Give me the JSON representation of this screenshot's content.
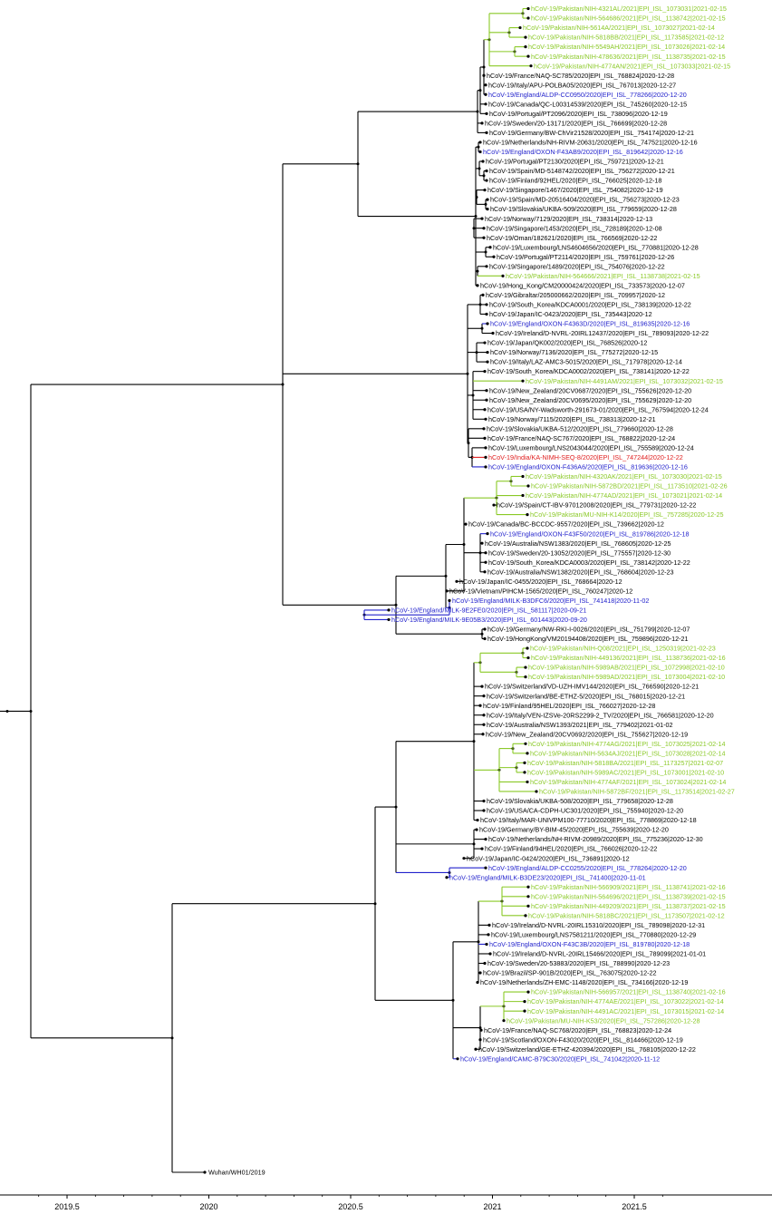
{
  "colors": {
    "pakistan": "#8ac926",
    "england": "#2222cc",
    "india": "#e02020",
    "other": "#000000"
  },
  "axis": {
    "ticks": [
      "2019.5",
      "2020",
      "2020.5",
      "2021",
      "2021.5"
    ],
    "values": [
      2019.5,
      2020.0,
      2020.5,
      2021.0,
      2021.5
    ]
  },
  "tips": [
    {
      "label": "hCoV-19/Pakistan/NIH-4321AL/2021|EPI_ISL_1073031|2021-02-15",
      "group": "pakistan"
    },
    {
      "label": "hCoV-19/Pakistan/NIH-564686/2021|EPI_ISL_1138742|2021-02-15",
      "group": "pakistan"
    },
    {
      "label": "hCoV-19/Pakistan/NIH-5614A/2021|EPI_ISL_1073027|2021-02-14",
      "group": "pakistan"
    },
    {
      "label": "hCoV-19/Pakistan/NIH-5818BB/2021|EPI_ISL_1173585|2021-02-12",
      "group": "pakistan"
    },
    {
      "label": "hCoV-19/Pakistan/NIH-5549AH/2021|EPI_ISL_1073026|2021-02-14",
      "group": "pakistan"
    },
    {
      "label": "hCoV-19/Pakistan/NIH-478636/2021|EPI_ISL_1138735|2021-02-15",
      "group": "pakistan"
    },
    {
      "label": "hCoV-19/Pakistan/NIH-4774AN/2021|EPI_ISL_1073033|2021-02-15",
      "group": "pakistan"
    },
    {
      "label": "hCoV-19/France/NAQ-SC785/2020|EPI_ISL_768824|2020-12-28",
      "group": "other"
    },
    {
      "label": "hCoV-19/Italy/APU-POLBA05/2020|EPI_ISL_767013|2020-12-27",
      "group": "other"
    },
    {
      "label": "hCoV-19/England/ALDP-CC0950/2020|EPI_ISL_778266|2020-12-20",
      "group": "england"
    },
    {
      "label": "hCoV-19/Canada/QC-L00314539/2020|EPI_ISL_745260|2020-12-15",
      "group": "other"
    },
    {
      "label": "hCoV-19/Portugal/PT2096/2020|EPI_ISL_738096|2020-12-19",
      "group": "other"
    },
    {
      "label": "hCoV-19/Sweden/20-13171/2020|EPI_ISL_766699|2020-12-28",
      "group": "other"
    },
    {
      "label": "hCoV-19/Germany/BW-ChVir21528/2020|EPI_ISL_754174|2020-12-21",
      "group": "other"
    },
    {
      "label": "hCoV-19/Netherlands/NH-RIVM-20631/2020|EPI_ISL_747521|2020-12-16",
      "group": "other"
    },
    {
      "label": "hCoV-19/England/OXON-F43AB9/2020|EPI_ISL_819642|2020-12-16",
      "group": "england"
    },
    {
      "label": "hCoV-19/Portugal/PT2130/2020|EPI_ISL_759721|2020-12-21",
      "group": "other"
    },
    {
      "label": "hCoV-19/Spain/MD-5148742/2020|EPI_ISL_756272|2020-12-21",
      "group": "other"
    },
    {
      "label": "hCoV-19/Finland/92HEL/2020|EPI_ISL_766025|2020-12-18",
      "group": "other"
    },
    {
      "label": "hCoV-19/Singapore/1467/2020|EPI_ISL_754082|2020-12-19",
      "group": "other"
    },
    {
      "label": "hCoV-19/Spain/MD-20516404/2020|EPI_ISL_756273|2020-12-23",
      "group": "other"
    },
    {
      "label": "hCoV-19/Slovakia/UKBA-509/2020|EPI_ISL_779659|2020-12-28",
      "group": "other"
    },
    {
      "label": "hCoV-19/Norway/7129/2020|EPI_ISL_738314|2020-12-13",
      "group": "other"
    },
    {
      "label": "hCoV-19/Singapore/1453/2020|EPI_ISL_728189|2020-12-08",
      "group": "other"
    },
    {
      "label": "hCoV-19/Oman/182621/2020|EPI_ISL_766569|2020-12-22",
      "group": "other"
    },
    {
      "label": "hCoV-19/Luxembourg/LNS4604656/2020|EPI_ISL_770881|2020-12-28",
      "group": "other"
    },
    {
      "label": "hCoV-19/Portugal/PT2114/2020|EPI_ISL_759761|2020-12-26",
      "group": "other"
    },
    {
      "label": "hCoV-19/Singapore/1489/2020|EPI_ISL_754076|2020-12-22",
      "group": "other"
    },
    {
      "label": "hCoV-19/Pakistan/NIH-564666/2021|EPI_ISL_1138738|2021-02-15",
      "group": "pakistan"
    },
    {
      "label": "hCoV-19/Hong_Kong/CM20000424/2020|EPI_ISL_733573|2020-12-07",
      "group": "other"
    },
    {
      "label": "hCoV-19/Gibraltar/205000662/2020|EPI_ISL_709957|2020-12",
      "group": "other"
    },
    {
      "label": "hCoV-19/South_Korea/KDCA0001/2020|EPI_ISL_738139|2020-12-22",
      "group": "other"
    },
    {
      "label": "hCoV-19/Japan/IC-0423/2020|EPI_ISL_735443|2020-12",
      "group": "other"
    },
    {
      "label": "hCoV-19/England/OXON-F4363D/2020|EPI_ISL_819635|2020-12-16",
      "group": "england"
    },
    {
      "label": "hCoV-19/Ireland/D-NVRL-20IRL12437/2020|EPI_ISL_789093|2020-12-22",
      "group": "other"
    },
    {
      "label": "hCoV-19/Japan/QK002/2020|EPI_ISL_768526|2020-12",
      "group": "other"
    },
    {
      "label": "hCoV-19/Norway/7136/2020|EPI_ISL_775272|2020-12-15",
      "group": "other"
    },
    {
      "label": "hCoV-19/Italy/LAZ-AMC3-5015/2020|EPI_ISL_717978|2020-12-14",
      "group": "other"
    },
    {
      "label": "hCoV-19/South_Korea/KDCA0002/2020|EPI_ISL_738141|2020-12-22",
      "group": "other"
    },
    {
      "label": "hCoV-19/Pakistan/NIH-4491AM/2021|EPI_ISL_1073032|2021-02-15",
      "group": "pakistan"
    },
    {
      "label": "hCoV-19/New_Zealand/20CV0687/2020|EPI_ISL_755626|2020-12-20",
      "group": "other"
    },
    {
      "label": "hCoV-19/New_Zealand/20CV0695/2020|EPI_ISL_755629|2020-12-20",
      "group": "other"
    },
    {
      "label": "hCoV-19/USA/NY-Wadsworth-291673-01/2020|EPI_ISL_767594|2020-12-24",
      "group": "other"
    },
    {
      "label": "hCoV-19/Norway/7115/2020|EPI_ISL_738313|2020-12-21",
      "group": "other"
    },
    {
      "label": "hCoV-19/Slovakia/UKBA-512/2020|EPI_ISL_779660|2020-12-28",
      "group": "other"
    },
    {
      "label": "hCoV-19/France/NAQ-SC767/2020|EPI_ISL_768822|2020-12-24",
      "group": "other"
    },
    {
      "label": "hCoV-19/Luxembourg/LNS2043044/2020|EPI_ISL_755589|2020-12-24",
      "group": "other"
    },
    {
      "label": "hCoV-19/India/KA-NIMH-SEQ-8/2020|EPI_ISL_747244|2020-12-22",
      "group": "india"
    },
    {
      "label": "hCoV-19/England/OXON-F436A6/2020|EPI_ISL_819636|2020-12-16",
      "group": "england"
    },
    {
      "label": "hCoV-19/Pakistan/NIH-4320AK/2021|EPI_ISL_1073030|2021-02-15",
      "group": "pakistan"
    },
    {
      "label": "hCoV-19/Pakistan/NIH-5872BD/2021|EPI_ISL_1173510|2021-02-26",
      "group": "pakistan"
    },
    {
      "label": "hCoV-19/Pakistan/NIH-4774AD/2021|EPI_ISL_1073021|2021-02-14",
      "group": "pakistan"
    },
    {
      "label": "hCoV-19/Spain/CT-IBV-97012008/2020|EPI_ISL_779731|2020-12-22",
      "group": "other"
    },
    {
      "label": "hCoV-19/Pakistan/MU-NIH-K14/2020|EPI_ISL_757285|2020-12-25",
      "group": "pakistan"
    },
    {
      "label": "hCoV-19/Canada/BC-BCCDC-9557/2020|EPI_ISL_739662|2020-12",
      "group": "other"
    },
    {
      "label": "hCoV-19/England/OXON-F43F50/2020|EPI_ISL_819786|2020-12-18",
      "group": "england"
    },
    {
      "label": "hCoV-19/Australia/NSW1383/2020|EPI_ISL_768605|2020-12-25",
      "group": "other"
    },
    {
      "label": "hCoV-19/Sweden/20-13052/2020|EPI_ISL_775557|2020-12-30",
      "group": "other"
    },
    {
      "label": "hCoV-19/South_Korea/KDCA0003/2020|EPI_ISL_738142|2020-12-22",
      "group": "other"
    },
    {
      "label": "hCoV-19/Australia/NSW1382/2020|EPI_ISL_768604|2020-12-23",
      "group": "other"
    },
    {
      "label": "hCoV-19/Japan/IC-0455/2020|EPI_ISL_768664|2020-12",
      "group": "other"
    },
    {
      "label": "hCoV-19/Vietnam/PIHCM-1565/2020|EPI_ISL_760247|2020-12",
      "group": "other"
    },
    {
      "label": "hCoV-19/England/MILK-B3DFC6/2020|EPI_ISL_741418|2020-11-02",
      "group": "england"
    },
    {
      "label": "hCoV-19/England/MILK-9E2FE0/2020|EPI_ISL_581117|2020-09-21",
      "group": "england"
    },
    {
      "label": "hCoV-19/England/MILK-9E05B3/2020|EPI_ISL_601443|2020-09-20",
      "group": "england"
    },
    {
      "label": "hCoV-19/Germany/NW-RKI-I-0026/2020|EPI_ISL_751799|2020-12-07",
      "group": "other"
    },
    {
      "label": "hCoV-19/HongKong/VM20194408/2020|EPI_ISL_759896|2020-12-21",
      "group": "other"
    },
    {
      "label": "hCoV-19/Pakistan/NIH-Q08/2021|EPI_ISL_1250319|2021-02-23",
      "group": "pakistan"
    },
    {
      "label": "hCoV-19/Pakistan/NIH-449136/2021|EPI_ISL_1138736|2021-02-16",
      "group": "pakistan"
    },
    {
      "label": "hCoV-19/Pakistan/NIH-5989AB/2021|EPI_ISL_1072998|2021-02-10",
      "group": "pakistan"
    },
    {
      "label": "hCoV-19/Pakistan/NIH-5989AD/2021|EPI_ISL_1073004|2021-02-10",
      "group": "pakistan"
    },
    {
      "label": "hCoV-19/Switzerland/VD-UZH-IMV144/2020|EPI_ISL_766590|2020-12-21",
      "group": "other"
    },
    {
      "label": "hCoV-19/Switzerland/BE-ETHZ-5/2020|EPI_ISL_768015|2020-12-21",
      "group": "other"
    },
    {
      "label": "hCoV-19/Finland/95HEL/2020|EPI_ISL_766027|2020-12-28",
      "group": "other"
    },
    {
      "label": "hCoV-19/Italy/VEN-IZSVe-20RS2299-2_TV/2020|EPI_ISL_766581|2020-12-20",
      "group": "other"
    },
    {
      "label": "hCoV-19/Australia/NSW1393/2021|EPI_ISL_779402|2021-01-02",
      "group": "other"
    },
    {
      "label": "hCoV-19/New_Zealand/20CV0692/2020|EPI_ISL_755627|2020-12-19",
      "group": "other"
    },
    {
      "label": "hCoV-19/Pakistan/NIH-4774AG/2021|EPI_ISL_1073025|2021-02-14",
      "group": "pakistan"
    },
    {
      "label": "hCoV-19/Pakistan/NIH-5634AJ/2021|EPI_ISL_1073028|2021-02-14",
      "group": "pakistan"
    },
    {
      "label": "hCoV-19/Pakistan/NIH-5818BA/2021|EPI_ISL_1173257|2021-02-07",
      "group": "pakistan"
    },
    {
      "label": "hCoV-19/Pakistan/NIH-5989AC/2021|EPI_ISL_1073001|2021-02-10",
      "group": "pakistan"
    },
    {
      "label": "hCoV-19/Pakistan/NIH-4774AF/2021|EPI_ISL_1073024|2021-02-14",
      "group": "pakistan"
    },
    {
      "label": "hCoV-19/Pakistan/NIH-5872BF/2021|EPI_ISL_1173514|2021-02-27",
      "group": "pakistan"
    },
    {
      "label": "hCoV-19/Slovakia/UKBA-508/2020|EPI_ISL_779658|2020-12-28",
      "group": "other"
    },
    {
      "label": "hCoV-19/USA/CA-CDPH-UC301/2020|EPI_ISL_755940|2020-12-20",
      "group": "other"
    },
    {
      "label": "hCoV-19/Italy/MAR-UNIVPM100-77710/2020|EPI_ISL_778869|2020-12-18",
      "group": "other"
    },
    {
      "label": "hCoV-19/Germany/BY-BIM-45/2020|EPI_ISL_755639|2020-12-20",
      "group": "other"
    },
    {
      "label": "hCoV-19/Netherlands/NH-RIVM-20989/2020|EPI_ISL_775236|2020-12-30",
      "group": "other"
    },
    {
      "label": "hCoV-19/Finland/94HEL/2020|EPI_ISL_766026|2020-12-22",
      "group": "other"
    },
    {
      "label": "hCoV-19/Japan/IC-0424/2020|EPI_ISL_736891|2020-12",
      "group": "other"
    },
    {
      "label": "hCoV-19/England/ALDP-CC0255/2020|EPI_ISL_778264|2020-12-20",
      "group": "england"
    },
    {
      "label": "hCoV-19/England/MILK-B3DE23/2020|EPI_ISL_741400|2020-11-01",
      "group": "england"
    },
    {
      "label": "hCoV-19/Pakistan/NIH-566909/2021|EPI_ISL_1138741|2021-02-16",
      "group": "pakistan"
    },
    {
      "label": "hCoV-19/Pakistan/NIH-564696/2021|EPI_ISL_1138739|2021-02-15",
      "group": "pakistan"
    },
    {
      "label": "hCoV-19/Pakistan/NIH-449209/2021|EPI_ISL_1138737|2021-02-15",
      "group": "pakistan"
    },
    {
      "label": "hCoV-19/Pakistan/NIH-5818BC/2021|EPI_ISL_1173507|2021-02-12",
      "group": "pakistan"
    },
    {
      "label": "hCoV-19/Ireland/D-NVRL-20IRL15310/2020|EPI_ISL_789098|2020-12-31",
      "group": "other"
    },
    {
      "label": "hCoV-19/Luxembourg/LNS7581211/2020|EPI_ISL_770880|2020-12-29",
      "group": "other"
    },
    {
      "label": "hCoV-19/England/OXON-F43C3B/2020|EPI_ISL_819780|2020-12-18",
      "group": "england"
    },
    {
      "label": "hCoV-19/Ireland/D-NVRL-20IRL15466/2020|EPI_ISL_789099|2021-01-01",
      "group": "other"
    },
    {
      "label": "hCoV-19/Sweden/20-53883/2020|EPI_ISL_788990|2020-12-23",
      "group": "other"
    },
    {
      "label": "hCoV-19/Brazil/SP-901B/2020|EPI_ISL_763075|2020-12-22",
      "group": "other"
    },
    {
      "label": "hCoV-19/Netherlands/ZH-EMC-1148/2020|EPI_ISL_734166|2020-12-19",
      "group": "other"
    },
    {
      "label": "hCoV-19/Pakistan/NIH-566957/2021|EPI_ISL_1138740|2021-02-16",
      "group": "pakistan"
    },
    {
      "label": "hCoV-19/Pakistan/NIH-4774AE/2021|EPI_ISL_1073022|2021-02-14",
      "group": "pakistan"
    },
    {
      "label": "hCoV-19/Pakistan/NIH-4491AC/2021|EPI_ISL_1073015|2021-02-14",
      "group": "pakistan"
    },
    {
      "label": "hCoV-19/Pakistan/MU-NIH-K53/2020|EPI_ISL_757286|2020-12-28",
      "group": "pakistan"
    },
    {
      "label": "hCoV-19/France/NAQ-SC768/2020|EPI_ISL_768823|2020-12-24",
      "group": "other"
    },
    {
      "label": "hCoV-19/Scotland/OXON-F43020/2020|EPI_ISL_814466|2020-12-19",
      "group": "other"
    },
    {
      "label": "hCoV-19/Switzerland/GE-ETHZ-420394/2020|EPI_ISL_768105|2020-12-22",
      "group": "other"
    },
    {
      "label": "hCoV-19/England/CAMC-B79C30/2020|EPI_ISL_741042|2020-11-12",
      "group": "england"
    }
  ],
  "root_tip": {
    "label": "Wuhan/WH01/2019"
  }
}
